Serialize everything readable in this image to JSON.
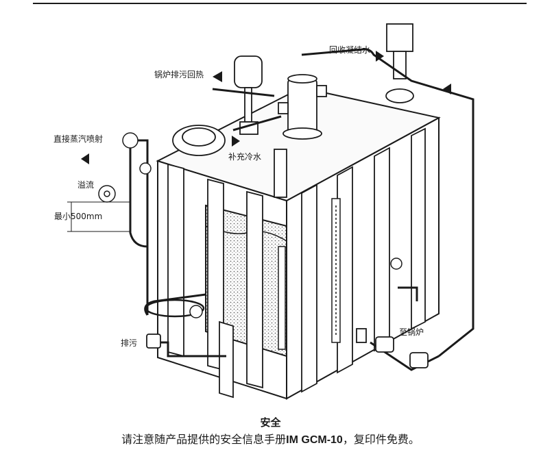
{
  "labels": {
    "boiler_blowdown": "锅炉排污回热",
    "condensate_return": "回收凝结水",
    "direct_steam_injection": "直接蒸汽喷射",
    "overflow": "溢流",
    "min_height": "最小500mm",
    "makeup_water": "补充冷水",
    "drain": "排污",
    "to_boiler": "至锅炉"
  },
  "footer": {
    "title": "安全",
    "body_pre": "请注意随产品提供的安全信息手册",
    "body_bold": "IM GCM-10",
    "body_post": "，复印件免费。"
  }
}
